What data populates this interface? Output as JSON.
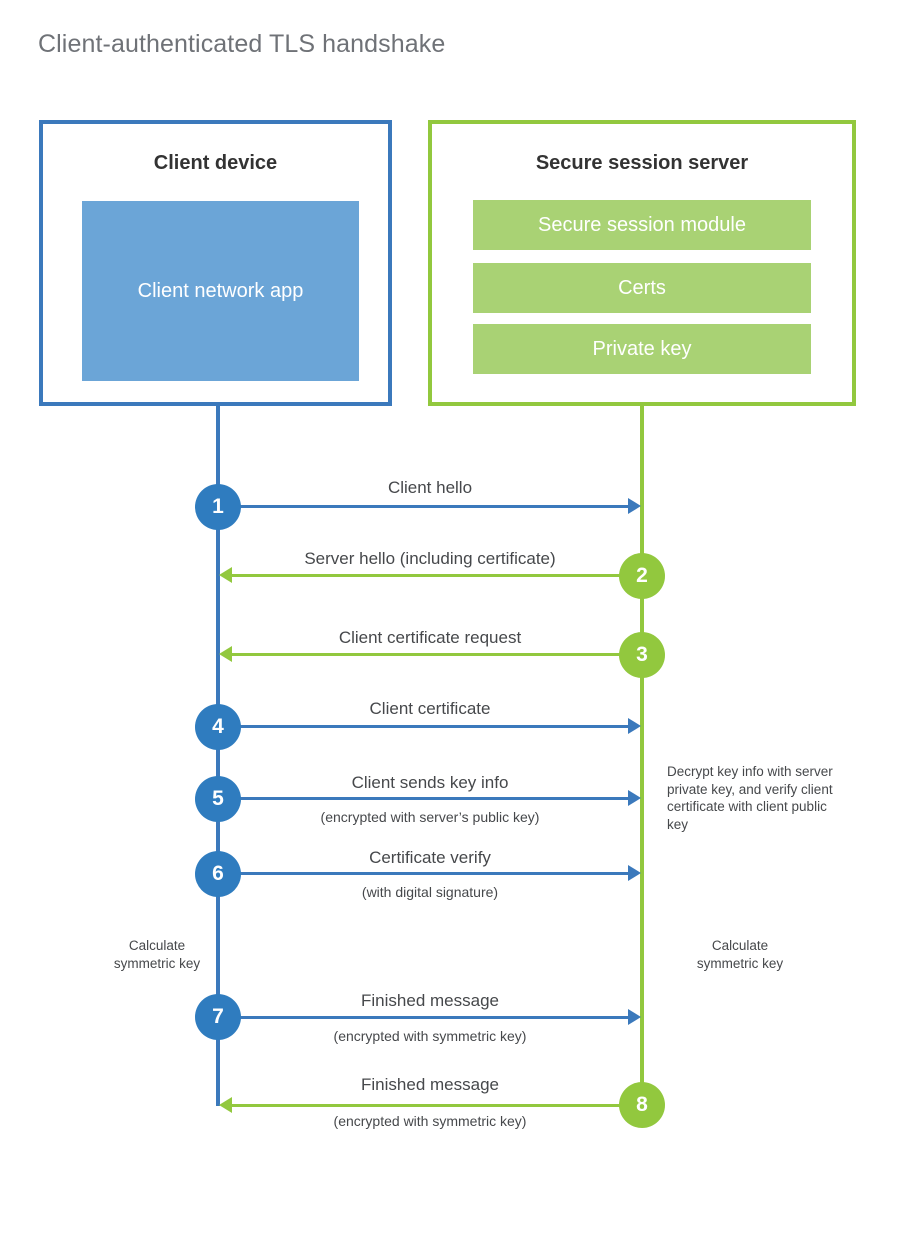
{
  "title": "Client-authenticated TLS handshake",
  "colors": {
    "client_blue": "#3b79bc",
    "client_blue_fill": "#6ba5d7",
    "circle_blue": "#2f7cbf",
    "server_green": "#92c83e",
    "server_green_fill": "#a9d274",
    "text_dark": "#333333",
    "text_body": "#46484b",
    "title_gray": "#6f7277",
    "background": "#ffffff"
  },
  "actors": {
    "client": {
      "title": "Client device",
      "module": "Client network app"
    },
    "server": {
      "title": "Secure session server",
      "modules": [
        "Secure session module",
        "Certs",
        "Private key"
      ]
    }
  },
  "steps": [
    {
      "number": "1",
      "label": "Client hello",
      "sublabel": "",
      "direction": "client-to-server",
      "color": "blue"
    },
    {
      "number": "2",
      "label": "Server hello (including certificate)",
      "sublabel": "",
      "direction": "server-to-client",
      "color": "green"
    },
    {
      "number": "3",
      "label": "Client certificate request",
      "sublabel": "",
      "direction": "server-to-client",
      "color": "green"
    },
    {
      "number": "4",
      "label": "Client certificate",
      "sublabel": "",
      "direction": "client-to-server",
      "color": "blue"
    },
    {
      "number": "5",
      "label": "Client sends key info",
      "sublabel": "(encrypted with server’s public key)",
      "direction": "client-to-server",
      "color": "blue"
    },
    {
      "number": "6",
      "label": "Certificate verify",
      "sublabel": "(with digital signature)",
      "direction": "client-to-server",
      "color": "blue"
    },
    {
      "number": "7",
      "label": "Finished message",
      "sublabel": "(encrypted with symmetric key)",
      "direction": "client-to-server",
      "color": "blue"
    },
    {
      "number": "8",
      "label": "Finished message",
      "sublabel": "(encrypted with symmetric key)",
      "direction": "server-to-client",
      "color": "green"
    }
  ],
  "notes": {
    "server_decrypt": "Decrypt key info with server private key, and verify client certificate with client public key",
    "client_calculate": "Calculate\nsymmetric key",
    "server_calculate": "Calculate\nsymmetric key"
  }
}
